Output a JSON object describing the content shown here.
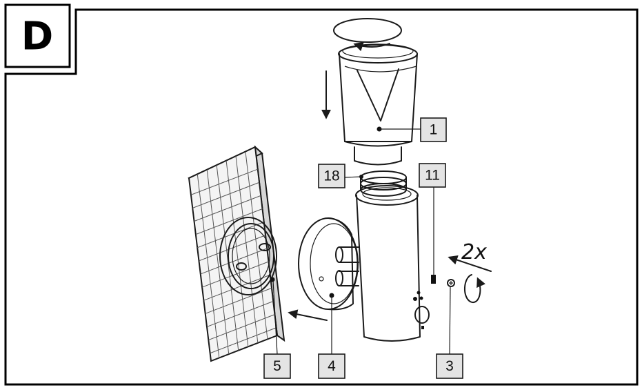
{
  "step": {
    "letter": "D"
  },
  "callouts": [
    {
      "id": "part-1",
      "label": "1"
    },
    {
      "id": "part-18",
      "label": "18"
    },
    {
      "id": "part-11",
      "label": "11"
    },
    {
      "id": "part-5",
      "label": "5"
    },
    {
      "id": "part-4",
      "label": "4"
    },
    {
      "id": "part-3",
      "label": "3"
    }
  ],
  "screw_count_label": "2x",
  "colors": {
    "outline": "#1a1a1a",
    "callout_fill": "#e4e4e4"
  }
}
